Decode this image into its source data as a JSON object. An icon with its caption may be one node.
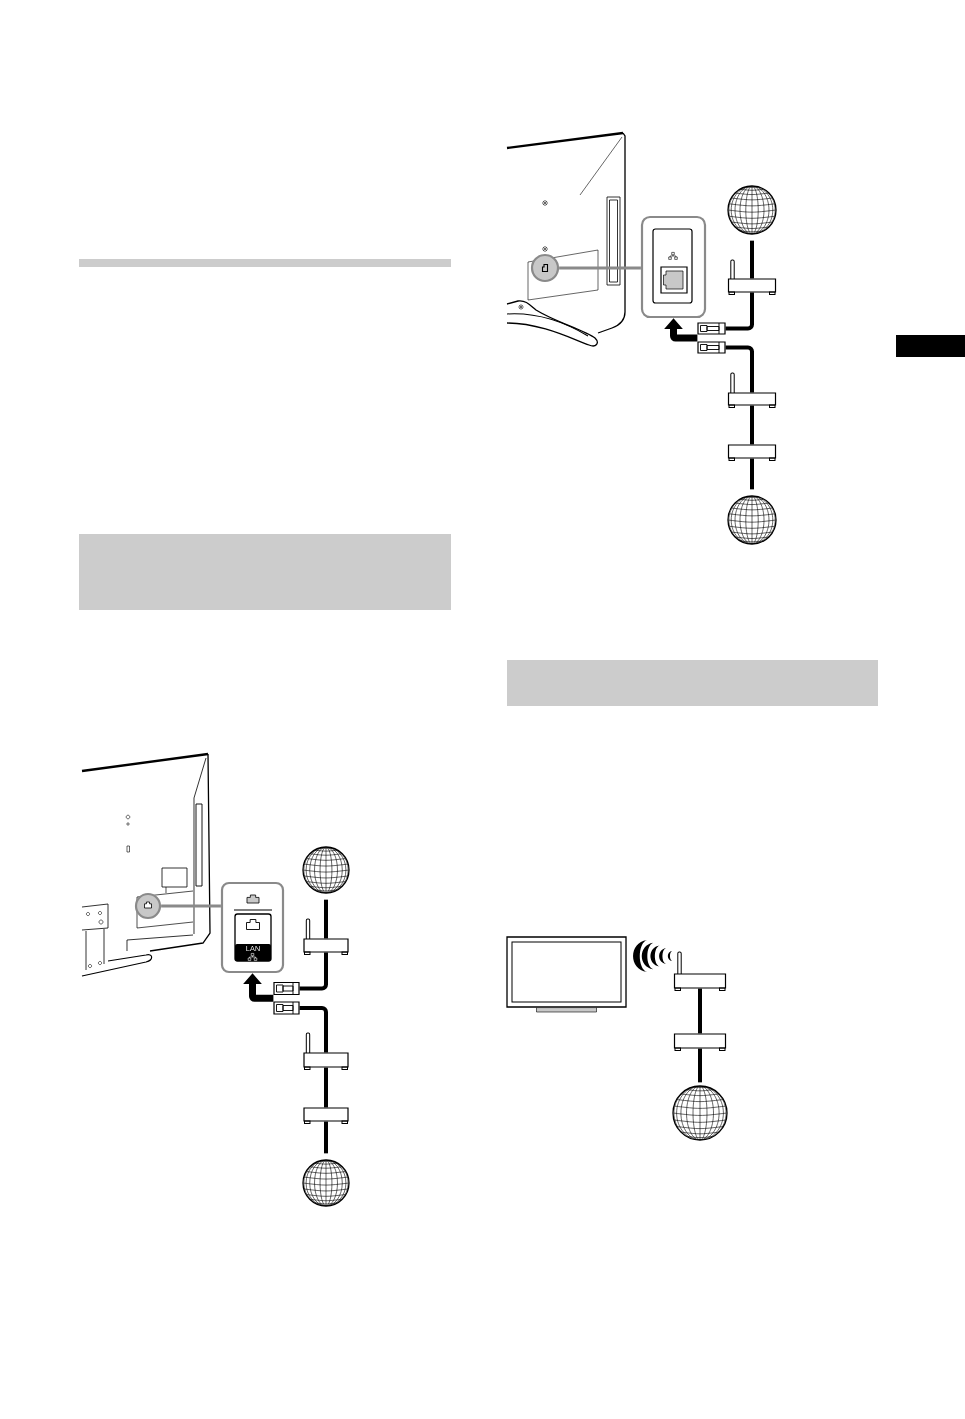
{
  "diagram": {
    "nodes": [
      {
        "text": [],
        "shape": "box"
      },
      {
        "text": [],
        "shape": "circle"
      },
      {
        "text": [],
        "shape": "box"
      },
      {
        "text": [
          "LAN"
        ],
        "in": 2
      },
      {
        "text": [],
        "shape": "circle"
      },
      {
        "text": [],
        "shape": "picture"
      },
      {
        "text": [],
        "shape": "picture"
      },
      {
        "text": [],
        "shape": "picture"
      },
      {
        "text": [],
        "shape": "picture"
      },
      {
        "text": [],
        "shape": "box"
      },
      {
        "text": [],
        "shape": "circle"
      },
      {
        "text": [],
        "shape": "circle"
      },
      {
        "text": [],
        "shape": "box"
      },
      {
        "text": [],
        "shape": "box",
        "in": 12
      },
      {
        "text": [],
        "shape": "circle"
      },
      {
        "text": [],
        "shape": "picture"
      },
      {
        "text": [],
        "shape": "picture"
      },
      {
        "text": [],
        "shape": "picture"
      },
      {
        "text": [],
        "shape": "picture"
      },
      {
        "text": [],
        "shape": "box"
      },
      {
        "text": [],
        "shape": "circle"
      },
      {
        "text": [],
        "shape": "box"
      },
      {
        "text": [],
        "shape": "picture"
      },
      {
        "text": [],
        "shape": "picture"
      },
      {
        "text": [],
        "shape": "box"
      },
      {
        "text": [],
        "shape": "circle"
      }
    ],
    "edges": [
      {
        "from": 1,
        "to": 2,
        "arrow": "none",
        "color": "#8a8a8a"
      },
      {
        "from": 4,
        "to": 5,
        "arrow": "none"
      },
      {
        "from": 5,
        "to": 6,
        "arrow": "none"
      },
      {
        "from": 7,
        "to": 8,
        "arrow": "none"
      },
      {
        "from": 8,
        "to": 9,
        "arrow": "none"
      },
      {
        "from": 9,
        "to": 10,
        "arrow": "none"
      },
      {
        "from": 6,
        "to": 2,
        "arrow": "to"
      },
      {
        "from": 7,
        "to": 2,
        "arrow": "to"
      },
      {
        "from": 11,
        "to": 12,
        "arrow": "none",
        "color": "#8a8a8a"
      },
      {
        "from": 14,
        "to": 15,
        "arrow": "none"
      },
      {
        "from": 15,
        "to": 16,
        "arrow": "none"
      },
      {
        "from": 17,
        "to": 18,
        "arrow": "none"
      },
      {
        "from": 18,
        "to": 19,
        "arrow": "none"
      },
      {
        "from": 19,
        "to": 20,
        "arrow": "none"
      },
      {
        "from": 16,
        "to": 12,
        "arrow": "to"
      },
      {
        "from": 17,
        "to": 12,
        "arrow": "to"
      },
      {
        "from": 23,
        "to": 24,
        "arrow": "none"
      },
      {
        "from": 24,
        "to": 25,
        "arrow": "none"
      }
    ]
  }
}
